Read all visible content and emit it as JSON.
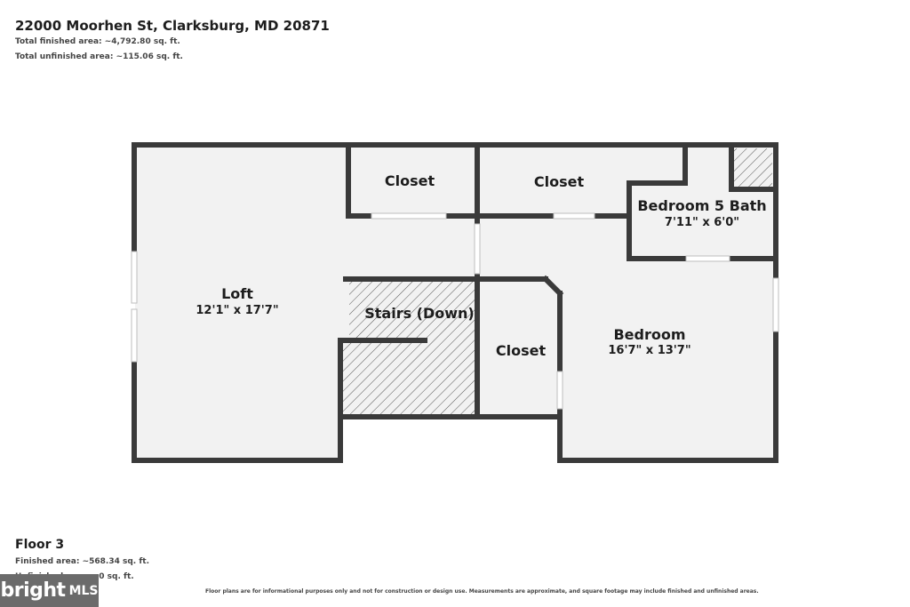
{
  "header": {
    "address": "22000 Moorhen St, Clarksburg, MD 20871",
    "finished_area": "Total finished area: ~4,792.80 sq. ft.",
    "unfinished_area": "Total unfinished area: ~115.06 sq. ft."
  },
  "rooms": {
    "loft": {
      "name": "Loft",
      "dims": "12'1\" x 17'7\""
    },
    "closet_top_left": {
      "name": "Closet"
    },
    "closet_top_right": {
      "name": "Closet"
    },
    "bedroom5_bath": {
      "name": "Bedroom 5 Bath",
      "dims": "7'11\" x 6'0\""
    },
    "stairs": {
      "name": "Stairs (Down)"
    },
    "closet_middle": {
      "name": "Closet"
    },
    "bedroom": {
      "name": "Bedroom",
      "dims": "16'7\" x 13'7\""
    }
  },
  "floor": {
    "name": "Floor 3",
    "finished_area": "Finished area: ~568.34 sq. ft.",
    "unfinished_area": "Unfinished area: ~0 sq. ft."
  },
  "disclaimer": "Floor plans are for informational purposes only and not for construction or design use. Measurements are approximate, and square footage may include finished and unfinished areas.",
  "logo": {
    "word": "bright",
    "suffix": "MLS"
  },
  "colors": {
    "wall": "#3a3a3a",
    "floor": "#f2f2f2",
    "hatch": "#555555"
  }
}
